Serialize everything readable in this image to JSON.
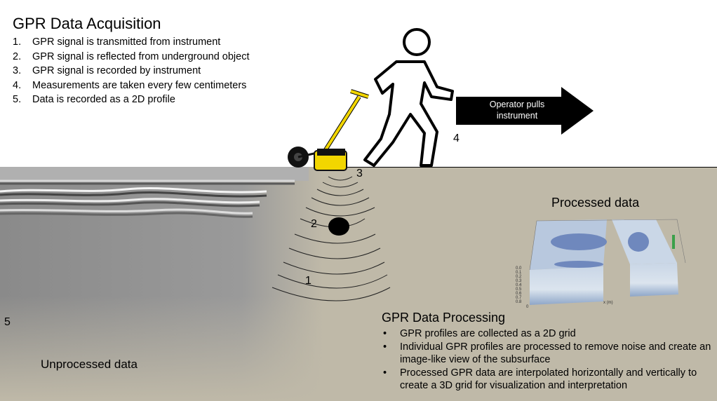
{
  "acquisition": {
    "title": "GPR Data Acquisition",
    "steps": [
      {
        "num": "1.",
        "text": "GPR signal is transmitted from instrument"
      },
      {
        "num": "2.",
        "text": "GPR signal is reflected from underground object"
      },
      {
        "num": "3.",
        "text": "GPR signal is recorded by instrument"
      },
      {
        "num": "4.",
        "text": "Measurements are taken every few centimeters"
      },
      {
        "num": "5.",
        "text": "Data is recorded as a 2D profile"
      }
    ]
  },
  "arrow": {
    "label_line1": "Operator pulls",
    "label_line2": "instrument"
  },
  "markers": {
    "m1": "1",
    "m2": "2",
    "m3": "3",
    "m4": "4",
    "m5": "5"
  },
  "unprocessed_label": "Unprocessed data",
  "processed_label": "Processed data",
  "processed_axes": {
    "z_ticks": [
      "0.0",
      "0.1",
      "0.2",
      "0.3",
      "0.4",
      "0.5",
      "0.6",
      "0.7",
      "0.8"
    ],
    "x_origin": "0",
    "x_label": "x (m)"
  },
  "processing": {
    "title": "GPR Data Processing",
    "bullets": [
      "GPR profiles are collected as a 2D grid",
      "Individual GPR profiles are processed to remove noise and create an image-like view of the subsurface",
      "Processed GPR data are interpolated horizontally and vertically to create a 3D grid for visualization and interpretation"
    ]
  },
  "colors": {
    "ground": "#bfb9a8",
    "instrument": "#f2d600"
  }
}
